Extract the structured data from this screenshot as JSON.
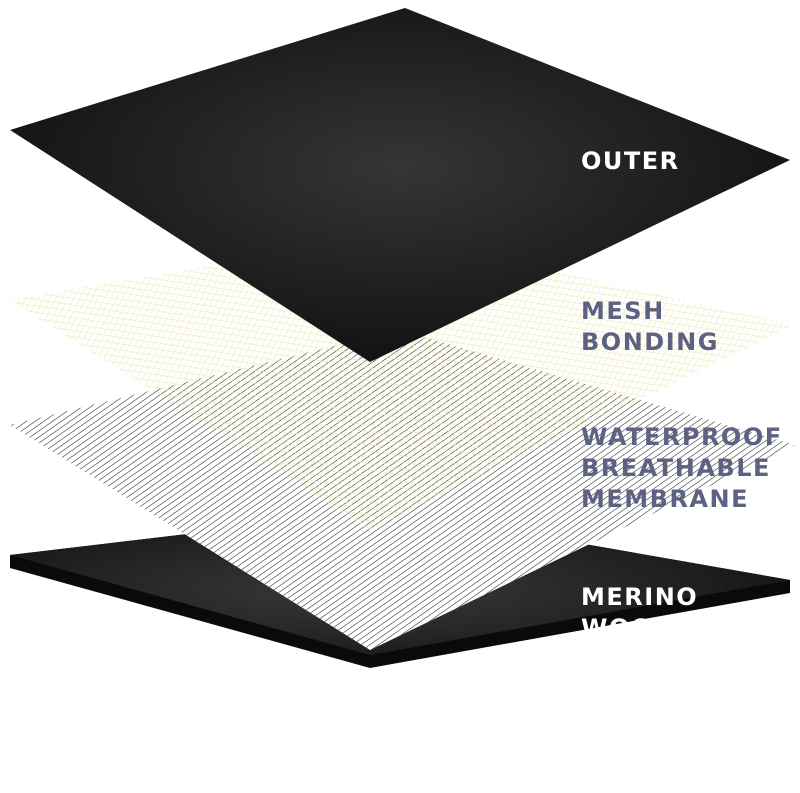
{
  "layers": [
    {
      "id": "outer",
      "label_lines": [
        "OUTER"
      ],
      "color": "#ffffff"
    },
    {
      "id": "mesh",
      "label_lines": [
        "MESH",
        "BONDING"
      ],
      "color": "#5d6182"
    },
    {
      "id": "membrane",
      "label_lines": [
        "WATERPROOF",
        "BREATHABLE",
        "MEMBRANE"
      ],
      "color": "#5d6182"
    },
    {
      "id": "merino",
      "label_lines": [
        "MERINO",
        "WOOL"
      ],
      "color": "#ffffff"
    }
  ],
  "colors": {
    "outer": "#1c1c1c",
    "mesh": "#f3f0c8",
    "membrane_lines": "#2a2a2a",
    "merino": "#1e1e1e"
  }
}
